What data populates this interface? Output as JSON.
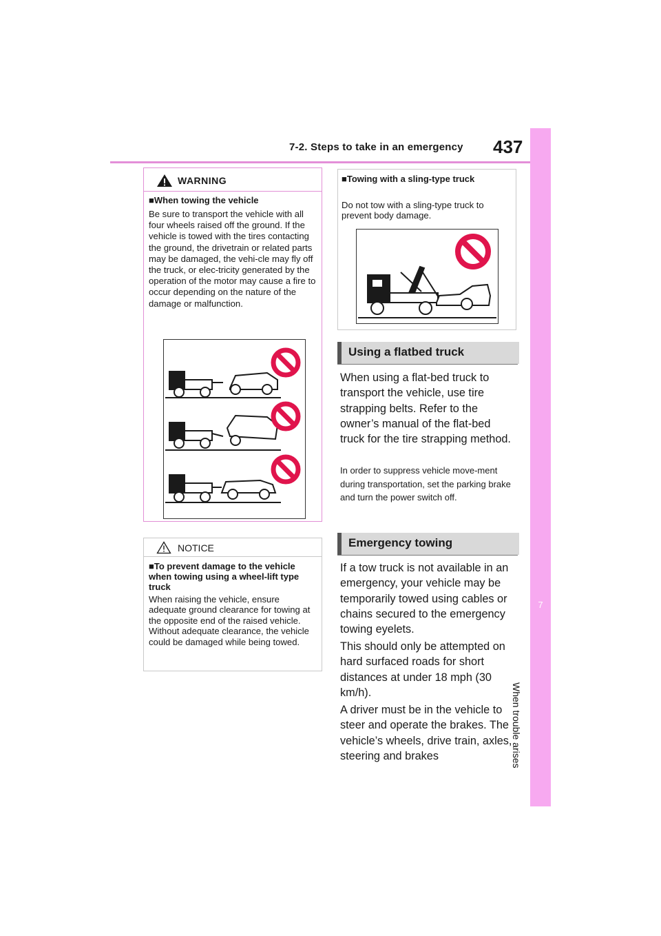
{
  "header": {
    "section_title": "7-2. Steps to take in an emergency",
    "page_number": "437"
  },
  "side_tab": {
    "chapter_number": "7",
    "chapter_title": "When trouble arises"
  },
  "warning": {
    "label": "WARNING",
    "subtitle": "■When towing the vehicle",
    "body": "Be sure to transport the vehicle with all four wheels raised off the ground. If the vehicle is towed with the tires contacting the ground, the drivetrain or related parts may be damaged, the vehi-cle may fly off the truck, or elec-tricity generated by the operation of the motor may cause a fire to occur depending on the nature of the damage or malfunction."
  },
  "notice": {
    "label": "NOTICE",
    "subtitle": "■To prevent damage to the vehicle when towing using a wheel-lift type truck",
    "body": "When raising the vehicle, ensure adequate ground clearance for towing at the opposite end of the raised vehicle. Without adequate clearance, the vehicle could be damaged while being towed."
  },
  "sling": {
    "subtitle": "■Towing with a sling-type truck",
    "body": "Do not tow with a sling-type truck to prevent body damage."
  },
  "flatbed": {
    "heading": "Using a flatbed truck",
    "para": "When using a flat-bed truck to transport the vehicle, use tire strapping belts. Refer to the owner’s manual of the flat-bed truck for the tire strapping method.",
    "note": "In order to suppress vehicle move-ment during transportation, set the parking brake and turn the power switch off."
  },
  "emergency": {
    "heading": "Emergency towing",
    "para1": "If a tow truck is not available in an emergency, your vehicle may be temporarily towed using cables or chains secured to the emergency towing eyelets.",
    "para2": "This should only be attempted on hard surfaced roads for short distances at under 18 mph (30 km/h).",
    "para3": "A driver must be in the vehicle to steer and operate the brakes. The vehicle’s wheels, drive train, axles, steering and brakes"
  },
  "colors": {
    "accent_pink": "#f7a9f0",
    "warning_border": "#e28fd6",
    "prohibit_red": "#e0144c"
  }
}
